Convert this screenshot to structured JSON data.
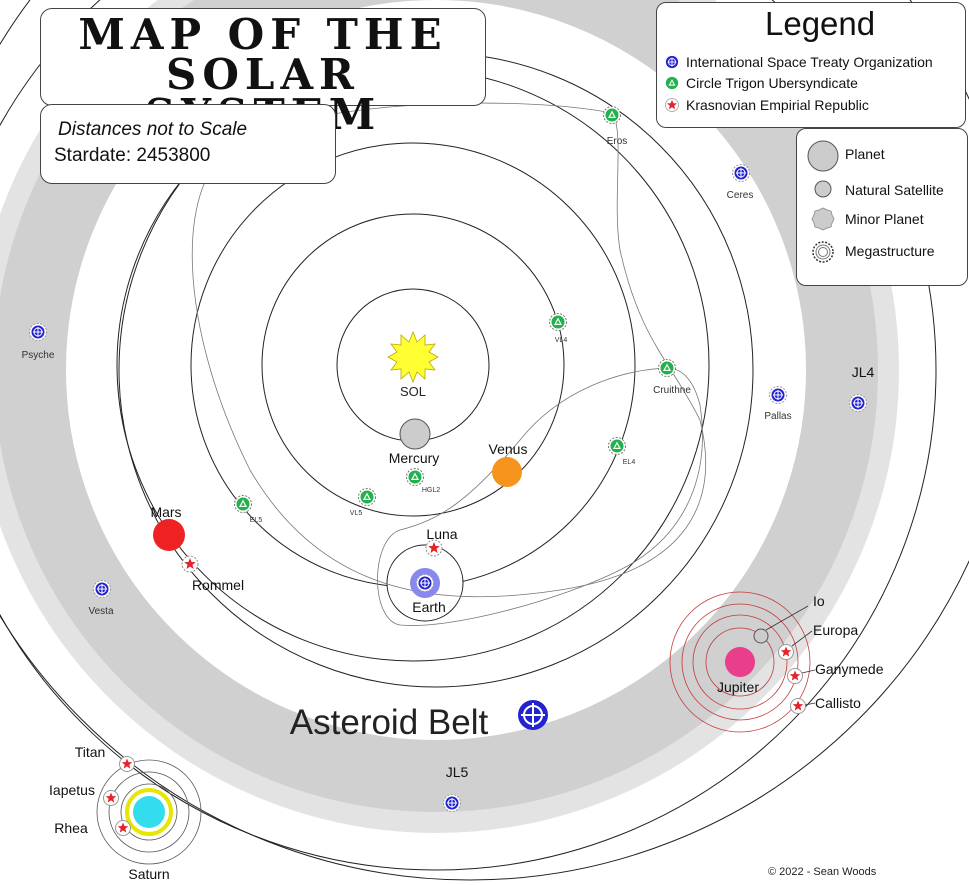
{
  "title": {
    "line1": "Map of the",
    "line2": "Solar System"
  },
  "notes": {
    "scale_note": "Distances not to Scale",
    "stardate": "Stardate: 2453800"
  },
  "legend": {
    "title": "Legend",
    "factions": [
      {
        "label": "International Space Treaty Organization",
        "color": "#2323d0",
        "icon": "compass-icon"
      },
      {
        "label": "Circle Trigon Ubersyndicate",
        "color": "#22b14c",
        "icon": "triangle-icon"
      },
      {
        "label": "Krasnovian Empirial Republic",
        "color": "#e3242b",
        "icon": "star-icon"
      }
    ],
    "body_types": [
      {
        "label": "Planet",
        "icon": "planet-icon"
      },
      {
        "label": "Natural Satellite",
        "icon": "satellite-icon"
      },
      {
        "label": "Minor Planet",
        "icon": "minor-planet-icon"
      },
      {
        "label": "Megastructure",
        "icon": "megastructure-icon"
      }
    ]
  },
  "colors": {
    "belt": "#d0d0d0",
    "belt_halo": "#e3e3e3",
    "sun": "#ffff33",
    "mercury": "#cccccc",
    "venus": "#f7941d",
    "earth": "#8888ee",
    "mars": "#ee2222",
    "jupiter": "#e83e8c",
    "saturn": "#33ddee",
    "jupiter_rings": "#c43a3a"
  },
  "labels": {
    "sol": "SOL",
    "mercury": "Mercury",
    "venus": "Venus",
    "earth": "Earth",
    "luna": "Luna",
    "mars": "Mars",
    "rommel": "Rommel",
    "jupiter": "Jupiter",
    "io": "Io",
    "europa": "Europa",
    "ganymede": "Ganymede",
    "callisto": "Callisto",
    "saturn": "Saturn",
    "titan": "Titan",
    "iapetus": "Iapetus",
    "rhea": "Rhea",
    "asteroid_belt": "Asteroid Belt",
    "eros": "Eros",
    "ceres": "Ceres",
    "psyche": "Psyche",
    "pallas": "Pallas",
    "vesta": "Vesta",
    "cruithne": "Cruithne",
    "jl4": "JL4",
    "jl5": "JL5",
    "vl4": "VL4",
    "vl5": "VL5",
    "el4": "EL4",
    "el5": "EL5",
    "hgl2": "HGL2"
  },
  "copyright": "© 2022 - Sean Woods"
}
